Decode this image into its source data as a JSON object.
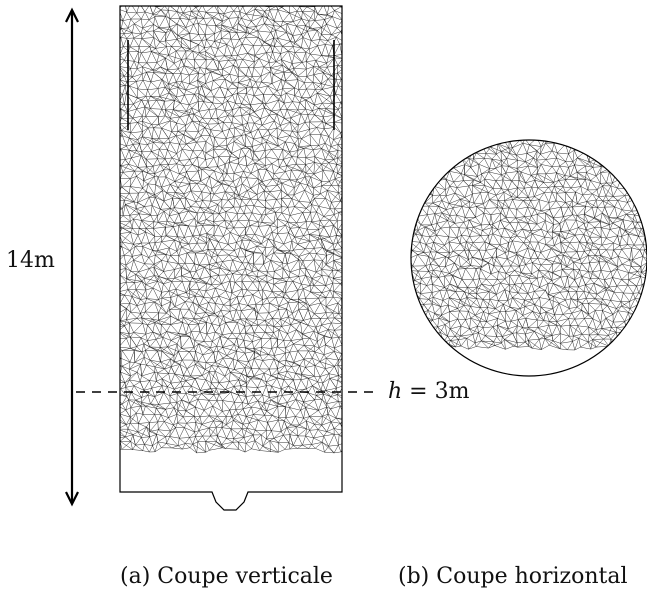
{
  "figure": {
    "height_label": "14m",
    "level_label": {
      "variable": "h",
      "operator": "=",
      "value": "3m"
    },
    "captions": {
      "vertical_section": "(a) Coupe verticale",
      "horizontal_section": "(b) Coupe horizontal"
    },
    "colors": {
      "mesh_lines": "#1a1a1a",
      "mesh_fill": "#ffffff",
      "annotation": "#000000"
    }
  }
}
